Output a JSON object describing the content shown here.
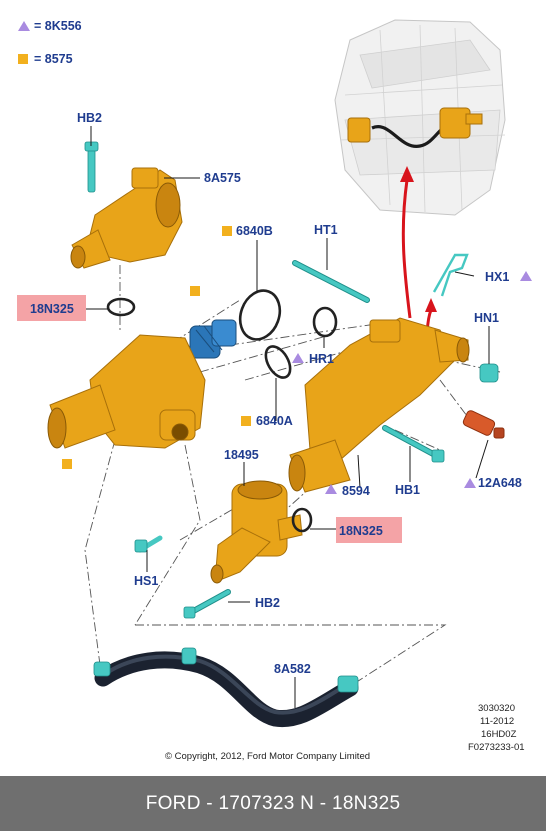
{
  "legend": {
    "triangle_code": "= 8K556",
    "square_code": "= 8575"
  },
  "callouts": {
    "hb2_top": "HB2",
    "a8575": "8A575",
    "b6840": "6840B",
    "ht1": "HT1",
    "hx1": "HX1",
    "n18325_left": "18N325",
    "hn1": "HN1",
    "hr1": "HR1",
    "a6840": "6840A",
    "a12648": "12A648",
    "n18495": "18495",
    "n8594": "8594",
    "hb1": "HB1",
    "n18325_right": "18N325",
    "hs1": "HS1",
    "hb2_bottom": "HB2",
    "a8582": "8A582"
  },
  "meta": {
    "line1": "3030320",
    "line2": "11-2012",
    "line3": "16HD0Z",
    "line4": "F0273233-01"
  },
  "copyright": "© Copyright, 2012, Ford Motor Company Limited",
  "footer": "FORD - 1707323      N - 18N325",
  "colors": {
    "part": "#e8a419",
    "fastener": "#46c8c2",
    "label": "#1f3c8f",
    "highlight": "#f4a3a6",
    "triangle": "#a98be0",
    "square": "#f2b01e",
    "arrow": "#d8141c",
    "footer_bg": "#6f6f6f"
  }
}
